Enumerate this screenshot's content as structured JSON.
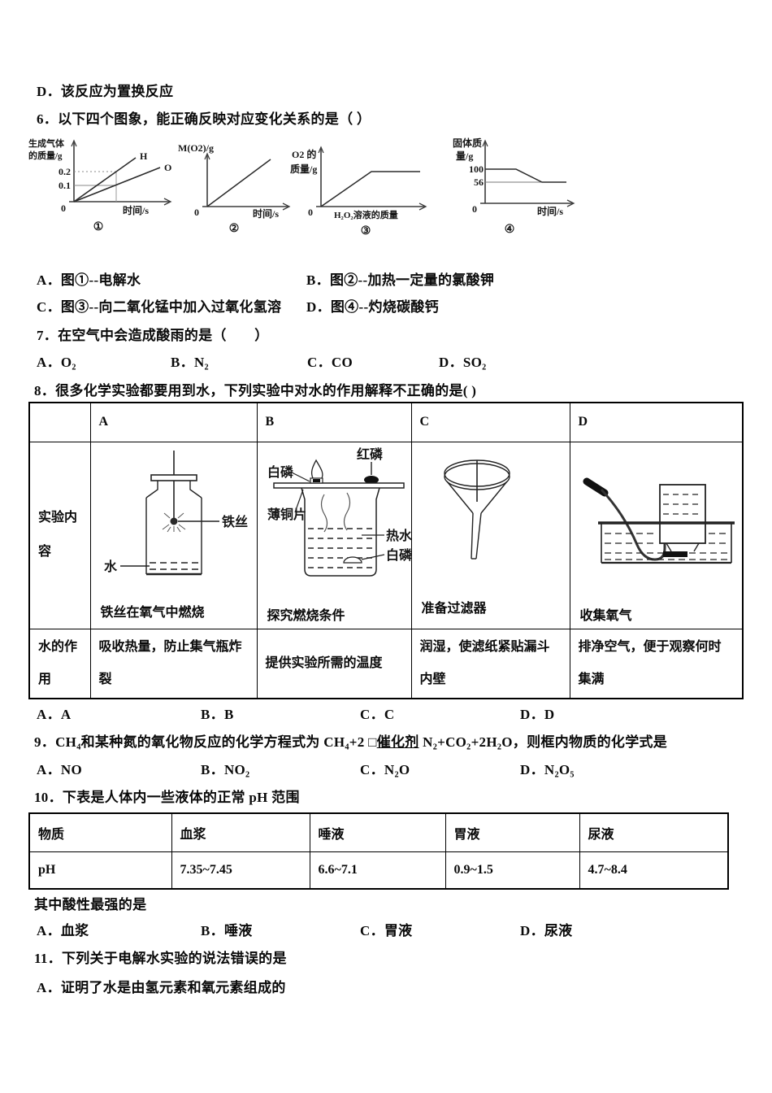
{
  "doc": {
    "prev_option_d": "D．该反应为置换反应",
    "q6": {
      "stem": "6．以下四个图象，能正确反映对应变化关系的是（ ）",
      "g1": {
        "yl1": "生成气体",
        "yl2": "的质量/g",
        "t1": "0.2",
        "t2": "0.1",
        "o": "0",
        "xl": "时间/s",
        "lh": "H",
        "lo": "O",
        "cap": "①"
      },
      "g2": {
        "yl": "M(O2)/g",
        "o": "0",
        "xl": "时间/s",
        "cap": "②"
      },
      "g3": {
        "yl1": "O2 的",
        "yl2": "质量/g",
        "o": "0",
        "xl": "H₂O₂溶液的质量",
        "cap": "③"
      },
      "g4": {
        "yl1": "固体质",
        "yl2": "量/g",
        "t1": "100",
        "t2": "56",
        "o": "0",
        "xl": "时间/s",
        "cap": "④"
      },
      "oa": "A．图①--电解水",
      "ob": "B．图②--加热一定量的氯酸钾",
      "oc": "C．图③--向二氧化锰中加入过氧化氢溶",
      "od": "D．图④--灼烧碳酸钙"
    },
    "q7": {
      "stem": "7．在空气中会造成酸雨的是（　　）",
      "oa": "A．O₂",
      "ob": "B．N₂",
      "oc": "C．CO",
      "od": "D．SO₂"
    },
    "q8": {
      "stem": "8．很多化学实验都要用到水，下列实验中对水的作用解释不正确的是(  )",
      "tbl": {
        "ha": "A",
        "hb": "B",
        "hc": "C",
        "hd": "D",
        "content_label": "实验内容",
        "action_label": "水的作用",
        "a_cap": "铁丝在氧气中燃烧",
        "b_cap": "探究燃烧条件",
        "c_cap": "准备过滤器",
        "d_cap": "收集氧气",
        "a_act": "吸收热量，防止集气瓶炸裂",
        "b_act": "提供实验所需的温度",
        "c_act": "润湿，使滤纸紧贴漏斗内壁",
        "d_act": "排净空气，便于观察何时集满",
        "a_wire": "铁丝",
        "a_water": "水",
        "b_redp": "红磷",
        "b_whitep1": "白磷",
        "b_copper": "薄铜片",
        "b_hotwater": "热水",
        "b_whitep2": "白磷"
      },
      "oa": "A．A",
      "ob": "B．B",
      "oc": "C．C",
      "od": "D．D"
    },
    "q9": {
      "pre": "9．CH₄和某种氮的氧化物反应的化学方程式为 CH₄+2 □",
      "und": "催化剂",
      "post": " N₂+CO₂+2H₂O，则框内物质的化学式是",
      "oa": "A．NO",
      "ob": "B．NO₂",
      "oc": "C．N₂O",
      "od": "D．N₂O₅"
    },
    "q10": {
      "stem": "10．下表是人体内一些液体的正常 pH 范围",
      "headers": [
        "物质",
        "血浆",
        "唾液",
        "胃液",
        "尿液"
      ],
      "row": [
        "pH",
        "7.35~7.45",
        "6.6~7.1",
        "0.9~1.5",
        "4.7~8.4"
      ],
      "sub": "其中酸性最强的是",
      "oa": "A．血浆",
      "ob": "B．唾液",
      "oc": "C．胃液",
      "od": "D．尿液"
    },
    "q11": {
      "stem": "11．下列关于电解水实验的说法错误的是",
      "oa": "A．证明了水是由氢元素和氧元素组成的"
    }
  }
}
